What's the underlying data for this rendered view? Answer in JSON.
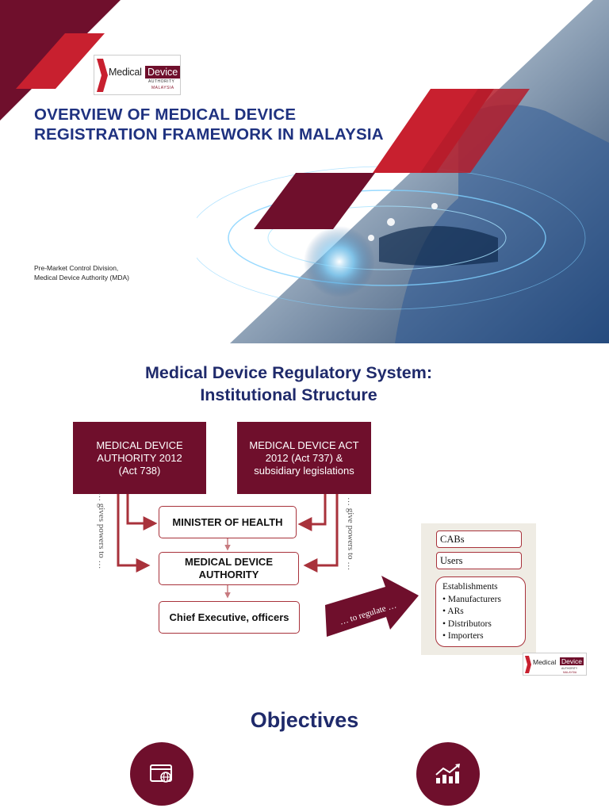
{
  "slide1": {
    "logo": {
      "word1": "Medical",
      "word2": "Device",
      "sub1": "AUTHORITY",
      "sub2": "MALAYSIA"
    },
    "title_line1": "OVERVIEW OF MEDICAL DEVICE",
    "title_line2": "REGISTRATION FRAMEWORK IN MALAYSIA",
    "subtitle_line1": "Pre-Market Control Division,",
    "subtitle_line2": "Medical Device Authority (MDA)"
  },
  "slide2": {
    "title_line1": "Medical Device Regulatory System:",
    "title_line2": "Institutional Structure",
    "box_mda_act": "MEDICAL DEVICE AUTHORITY 2012 (Act 738)",
    "box_md_act": "MEDICAL DEVICE ACT 2012 (Act 737) & subsidiary legislations",
    "minister": "MINISTER OF HEALTH",
    "authority": "MEDICAL DEVICE AUTHORITY",
    "chief": "Chief Executive, officers",
    "gives_powers": "… gives powers to …",
    "give_powers": "… give powers to …",
    "to_regulate": "… to regulate …",
    "cabs": "CABs",
    "users": "Users",
    "establishments": "Establishments",
    "est_items": [
      "Manufacturers",
      "ARs",
      "Distributors",
      "Importers"
    ],
    "logo": {
      "word1": "Medical",
      "word2": "Device",
      "sub1": "AUTHORITY",
      "sub2": "MALAYSIA"
    }
  },
  "slide3": {
    "title": "Objectives"
  },
  "colors": {
    "maroon": "#6f0f2c",
    "red": "#c8202f",
    "navy": "#1f3280"
  }
}
